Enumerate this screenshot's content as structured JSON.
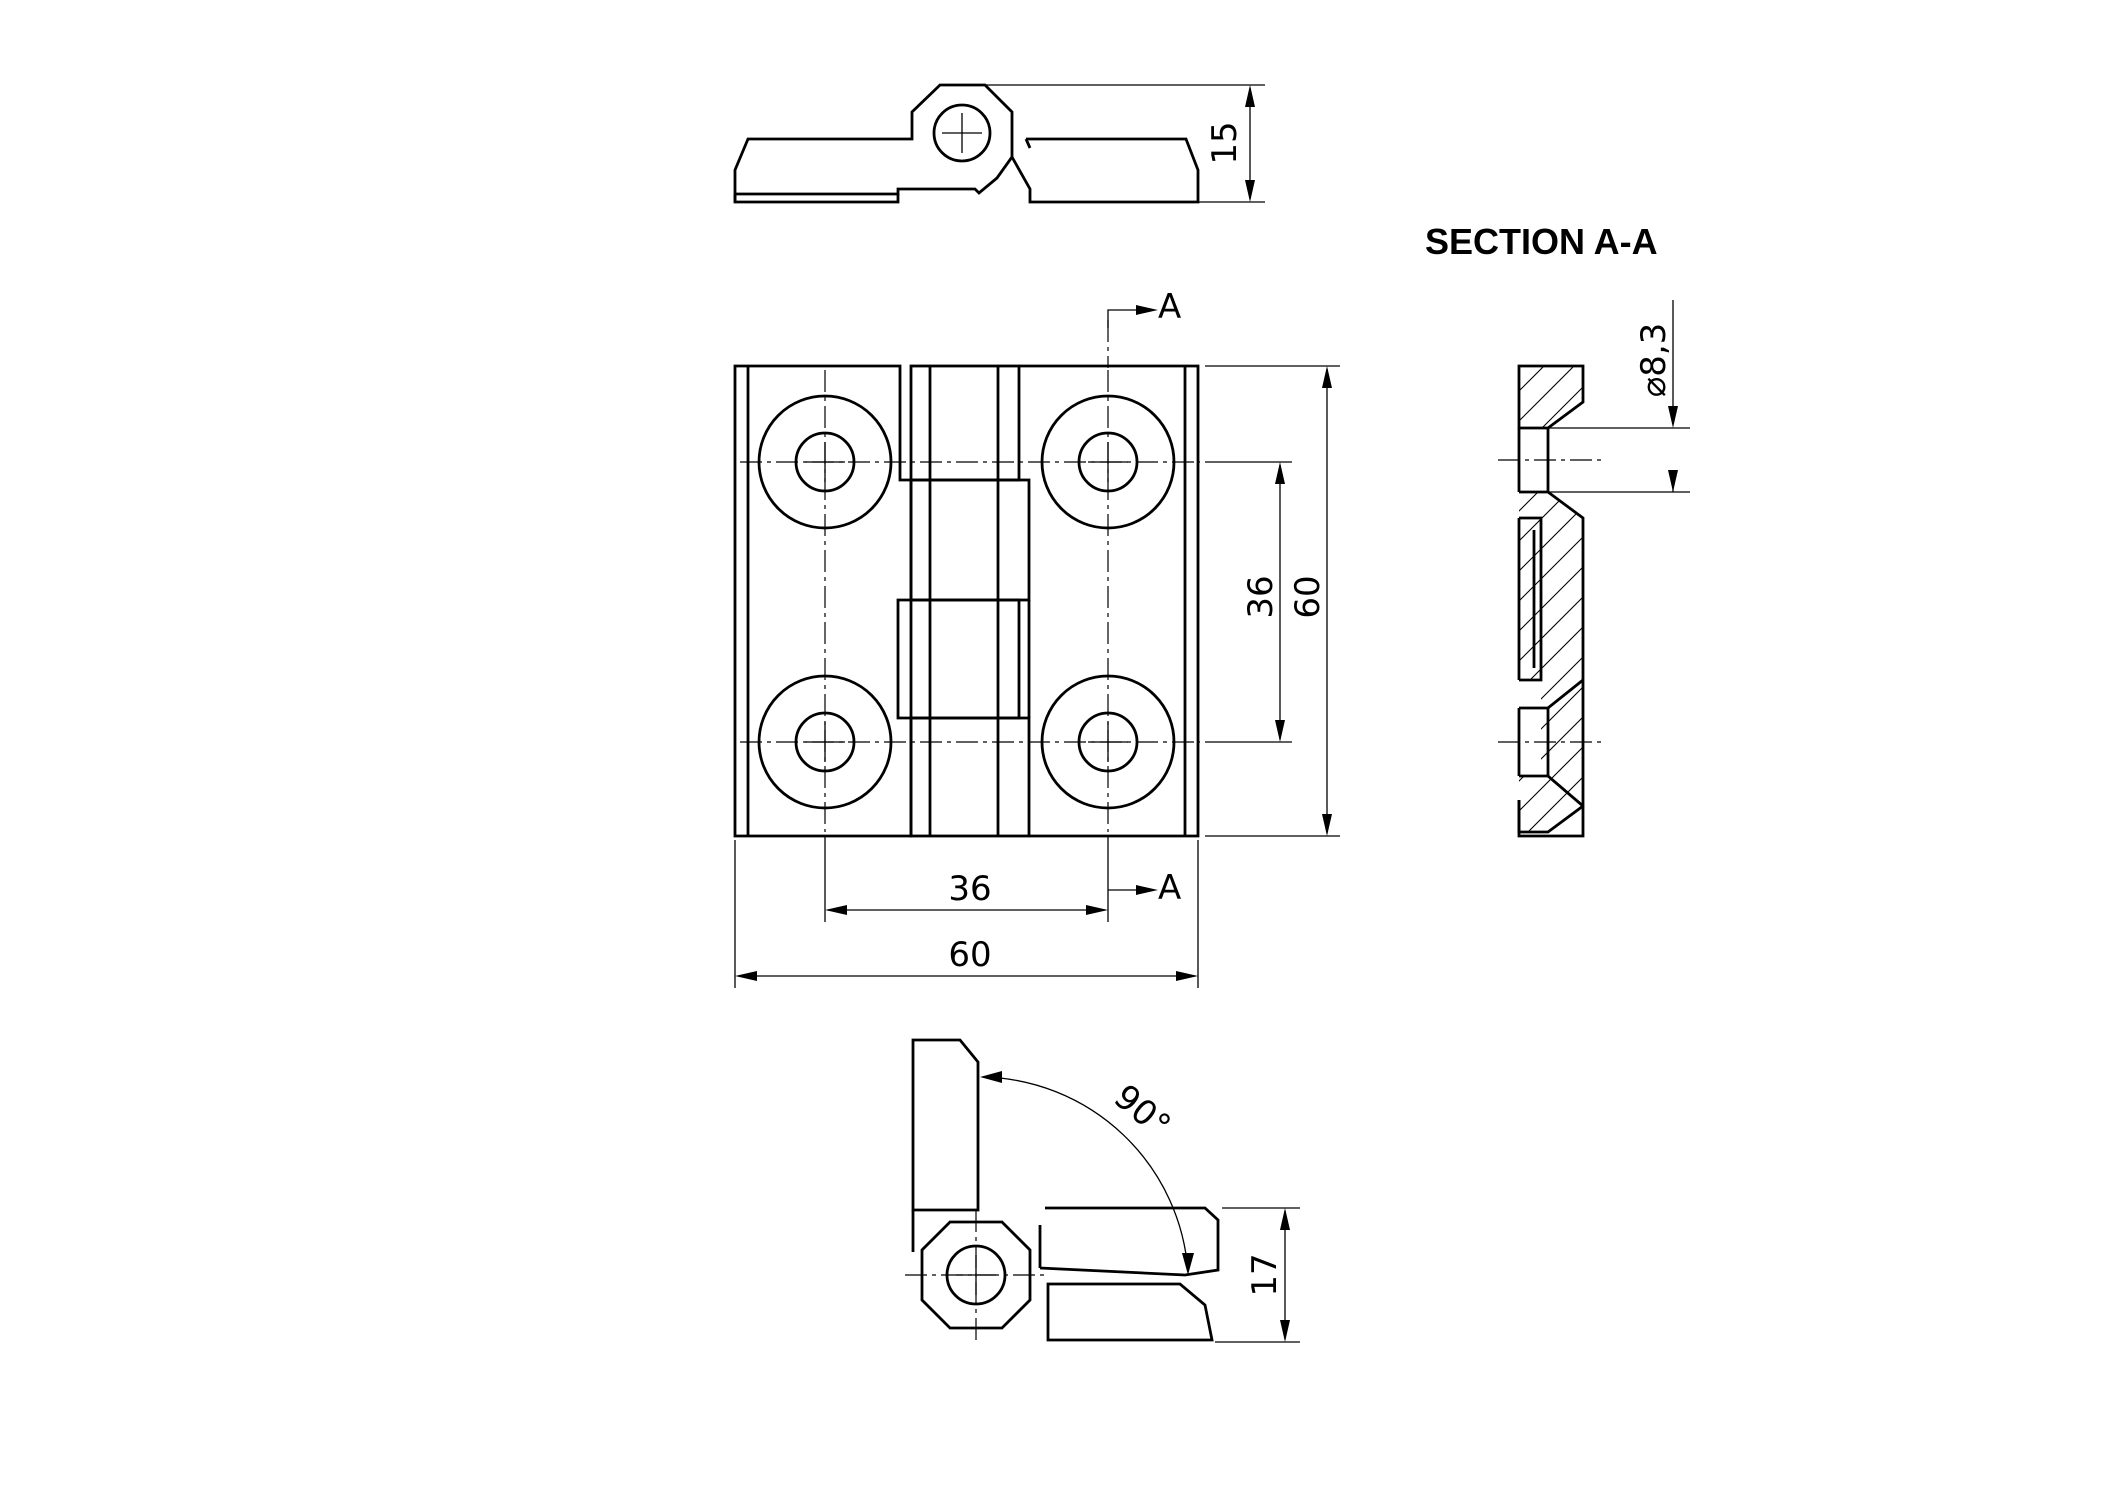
{
  "section_title": "SECTION A-A",
  "cut_label_top": "A",
  "cut_label_bottom": "A",
  "dimensions": {
    "height_top_view": "15",
    "hole_spacing_vertical": "36",
    "overall_height": "60",
    "hole_spacing_horizontal": "36",
    "overall_width": "60",
    "hole_diameter": "⌀8,3",
    "open_angle": "90°",
    "height_open_view": "17"
  }
}
